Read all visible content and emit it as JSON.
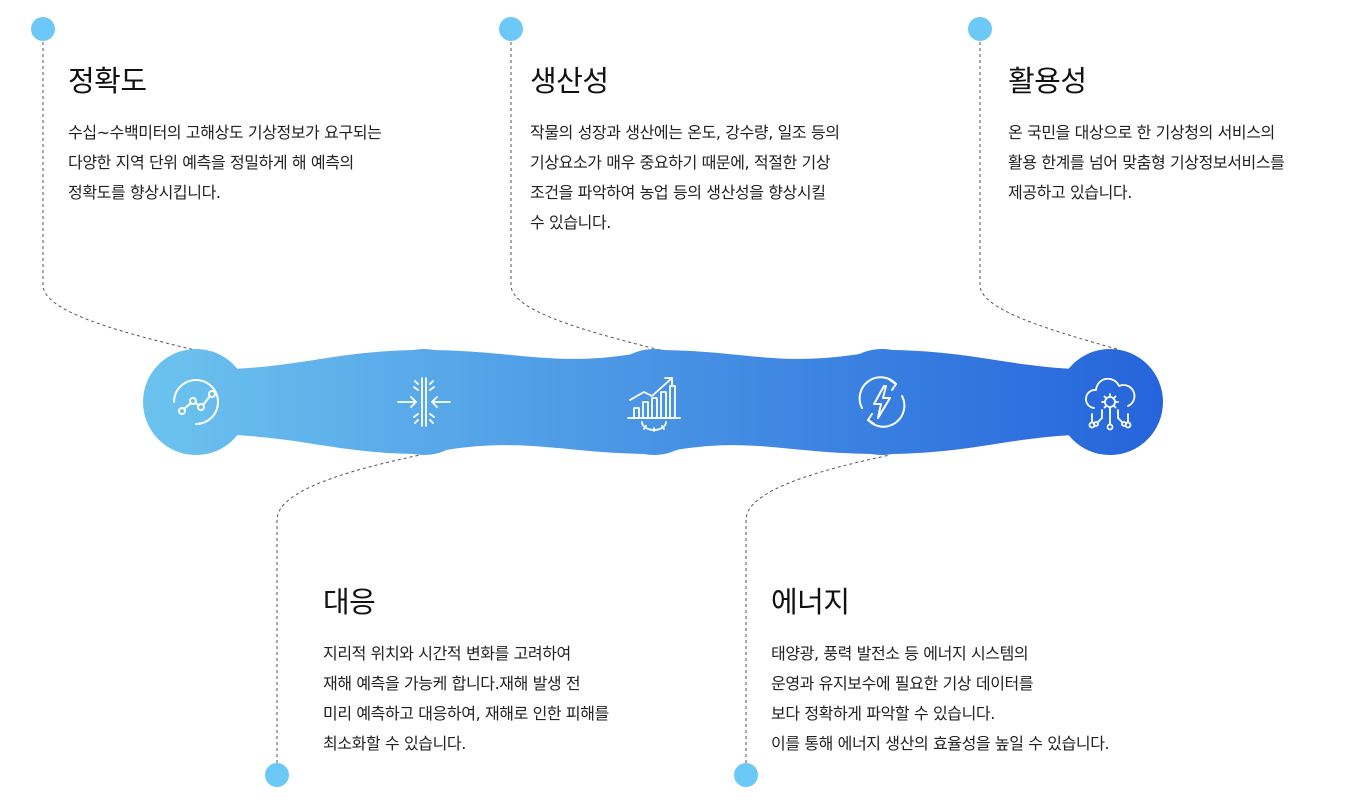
{
  "items": [
    {
      "title": "정확도",
      "lines": [
        "수십~수백미터의 고해상도 기상정보가 요구되는",
        "다양한 지역 단위 예측을 정밀하게 해 예측의",
        "정확도를 향상시킵니다."
      ],
      "icon": "trend-line-icon"
    },
    {
      "title": "대응",
      "lines": [
        "지리적 위치와 시간적 변화를 고려하여",
        "재해 예측을 가능케 합니다.재해 발생 전",
        "미리 예측하고 대응하여, 재해로 인한 피해를",
        "최소화할 수 있습니다."
      ],
      "icon": "arrows-converge-icon"
    },
    {
      "title": "생산성",
      "lines": [
        "작물의 성장과 생산에는 온도, 강수량, 일조 등의",
        "기상요소가 매우 중요하기 때문에, 적절한 기상",
        "조건을 파악하여 농업 등의 생산성을 향상시킬",
        "수 있습니다."
      ],
      "icon": "growth-chart-gear-icon"
    },
    {
      "title": "에너지",
      "lines": [
        "태양광, 풍력 발전소 등 에너지 시스템의",
        "운영과 유지보수에 필요한 기상 데이터를",
        "보다 정확하게 파악할 수 있습니다.",
        "이를 통해 에너지 생산의 효율성을 높일 수 있습니다."
      ],
      "icon": "energy-cycle-icon"
    },
    {
      "title": "활용성",
      "lines": [
        "온 국민을 대상으로 한 기상청의 서비스의",
        "활용 한계를 넘어 맞춤형 기상정보서비스를",
        "제공하고 있습니다."
      ],
      "icon": "cloud-network-icon"
    }
  ],
  "colors": {
    "gradient_start": "#6cc3ee",
    "gradient_end": "#2564db",
    "dot": "#6cc9f7",
    "connector": "#555555"
  }
}
